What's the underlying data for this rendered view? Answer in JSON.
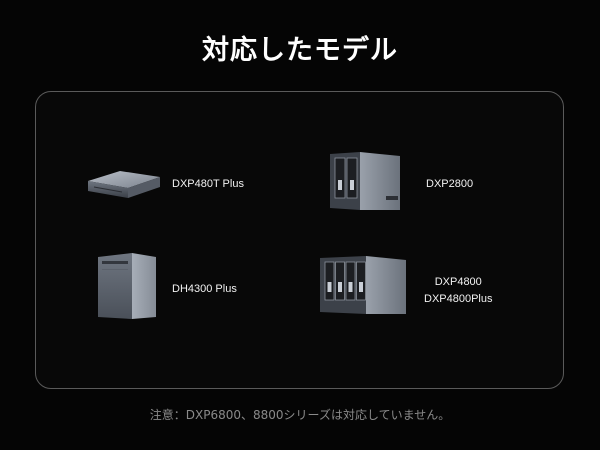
{
  "title": "対応したモデル",
  "products": [
    {
      "name": "DXP480T Plus",
      "icon": "mini-nas-icon"
    },
    {
      "name": "DXP2800",
      "icon": "nas-2-bay-icon"
    },
    {
      "name": "DH4300 Plus",
      "icon": "nas-4-bay-cube-icon"
    },
    {
      "name": "DXP4800",
      "name2": "DXP4800Plus",
      "icon": "nas-4-bay-icon"
    }
  ],
  "note": "注意：DXP6800、8800シリーズは対応していません。"
}
